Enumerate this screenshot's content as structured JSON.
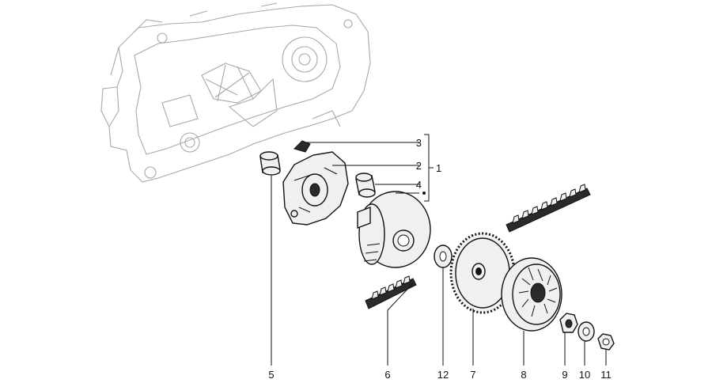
{
  "callouts": [
    {
      "id": "5",
      "label": "5"
    },
    {
      "id": "6",
      "label": "6"
    },
    {
      "id": "12",
      "label": "12"
    },
    {
      "id": "7",
      "label": "7"
    },
    {
      "id": "8",
      "label": "8"
    },
    {
      "id": "9",
      "label": "9"
    },
    {
      "id": "10",
      "label": "10"
    },
    {
      "id": "11",
      "label": "11"
    },
    {
      "id": "3",
      "label": "3"
    },
    {
      "id": "2",
      "label": "2"
    },
    {
      "id": "4",
      "label": "4"
    },
    {
      "id": "1",
      "label": "1"
    }
  ],
  "icons": {
    "housing": "crankcase-housing-icon",
    "roller": "roller-icon",
    "ramp_plate": "ramp-plate-icon",
    "variator": "variator-pulley-icon",
    "belt": "drive-belt-icon",
    "washer": "washer-icon",
    "starter_gear": "starter-gear-icon",
    "fan": "fan-pulley-icon",
    "nut": "nut-icon"
  }
}
